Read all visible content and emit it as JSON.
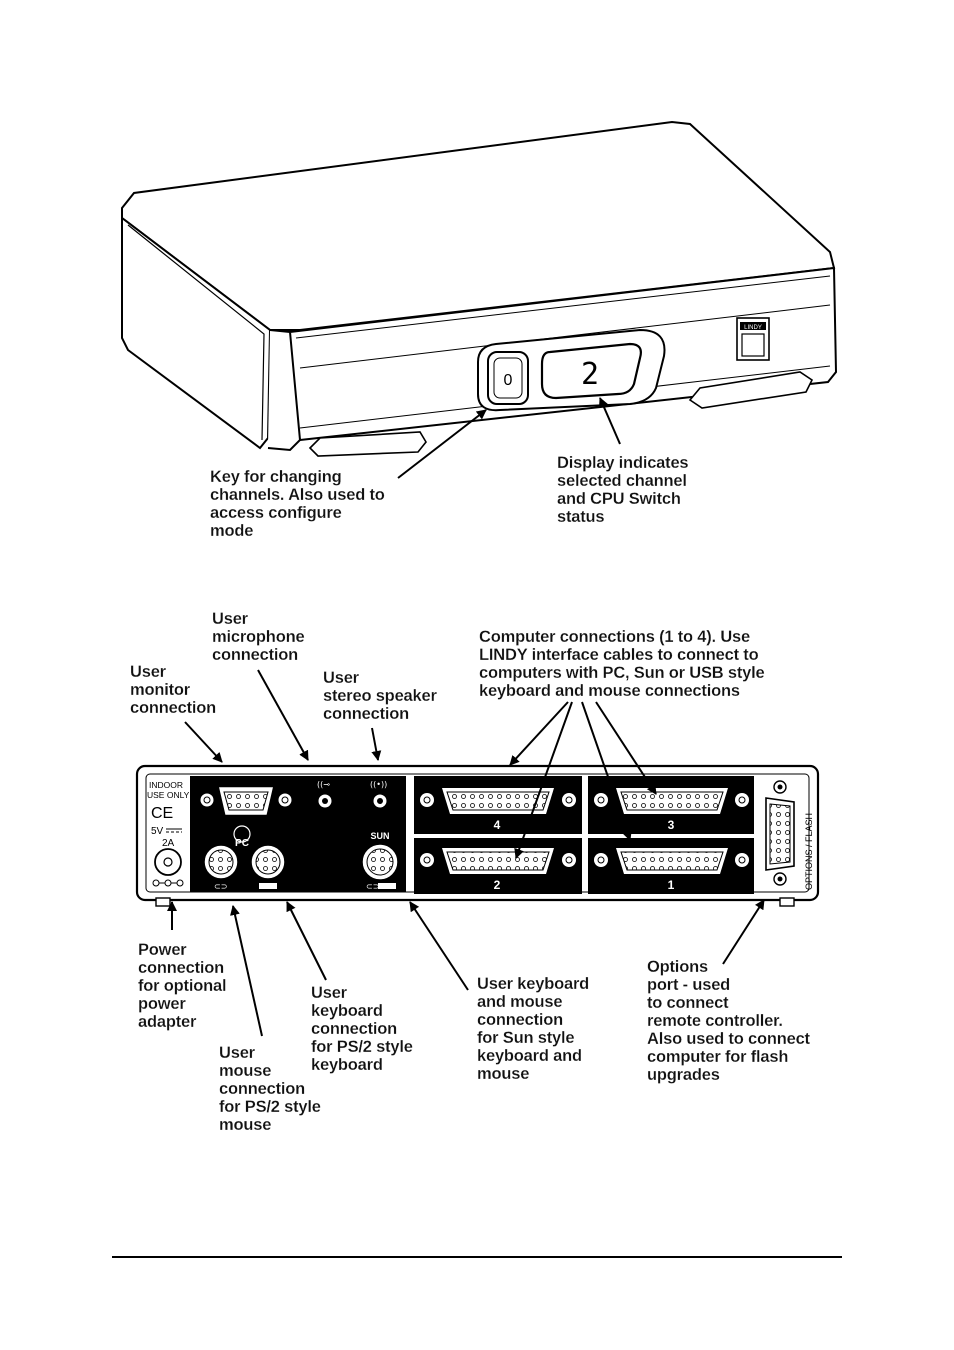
{
  "front_labels": {
    "key": "Key for changing\nchannels. Also used to\naccess configure\nmode",
    "display": "Display indicates\nselected channel\nand CPU Switch\nstatus"
  },
  "front_device": {
    "display_digit": "2",
    "key_symbol": "0",
    "logo": "LINDY"
  },
  "rear_labels": {
    "microphone": "User\nmicrophone\nconnection",
    "monitor": "User\nmonitor\nconnection",
    "speaker": "User\nstereo speaker\nconnection",
    "computer": "Computer connections (1 to 4). Use\nLINDY interface cables to connect to\ncomputers with PC, Sun or USB style\nkeyboard and mouse connections",
    "power": "Power\nconnection\nfor optional\npower\nadapter",
    "keyboard": "User\nkeyboard\nconnection\nfor PS/2 style\nkeyboard",
    "mouse": "User\nmouse\nconnection\nfor PS/2 style\nmouse",
    "sun": "User keyboard\nand mouse\nconnection\nfor Sun style\nkeyboard and\nmouse",
    "options": "Options\nport - used\nto connect\nremote controller.\nAlso used to connect\ncomputer for flash\nupgrades"
  },
  "rear_panel": {
    "indoor_line1": "INDOOR",
    "indoor_line2": "USE ONLY",
    "ce": "CE",
    "voltage": "5V",
    "current": "2A",
    "pc": "PC",
    "sun": "SUN",
    "port4": "4",
    "port3": "3",
    "port2": "2",
    "port1": "1",
    "options_flash": "OPTIONS / FLASH"
  }
}
